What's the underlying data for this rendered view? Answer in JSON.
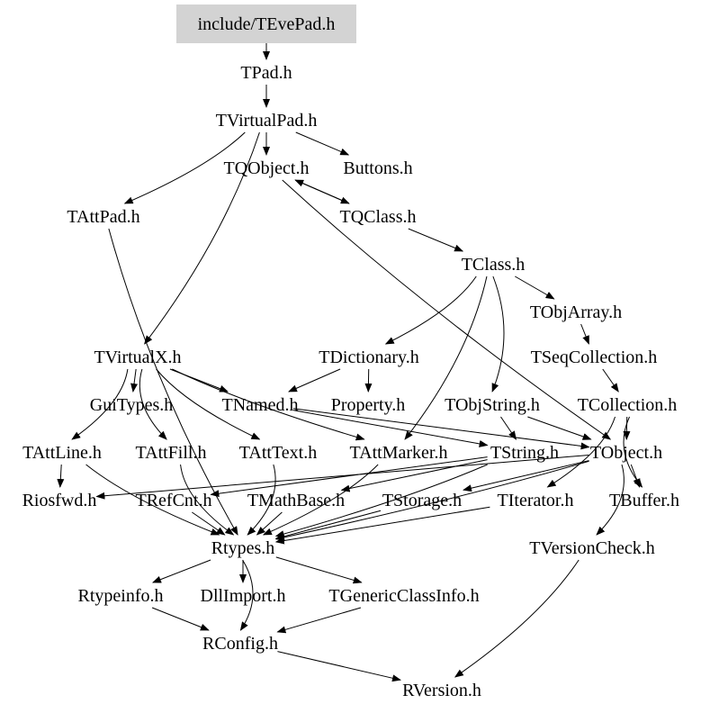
{
  "graph": {
    "title": "include/TEvePad.h",
    "root_fill": "#d3d3d3",
    "nodes": [
      {
        "id": "TEvePad",
        "label": "include/TEvePad.h",
        "root": true
      },
      {
        "id": "TPad",
        "label": "TPad.h"
      },
      {
        "id": "TVirtualPad",
        "label": "TVirtualPad.h"
      },
      {
        "id": "TQObject",
        "label": "TQObject.h"
      },
      {
        "id": "Buttons",
        "label": "Buttons.h"
      },
      {
        "id": "TAttPad",
        "label": "TAttPad.h"
      },
      {
        "id": "TQClass",
        "label": "TQClass.h"
      },
      {
        "id": "TClass",
        "label": "TClass.h"
      },
      {
        "id": "TObjArray",
        "label": "TObjArray.h"
      },
      {
        "id": "TVirtualX",
        "label": "TVirtualX.h"
      },
      {
        "id": "TDictionary",
        "label": "TDictionary.h"
      },
      {
        "id": "TSeqCollection",
        "label": "TSeqCollection.h"
      },
      {
        "id": "GuiTypes",
        "label": "GuiTypes.h"
      },
      {
        "id": "TNamed",
        "label": "TNamed.h"
      },
      {
        "id": "Property",
        "label": "Property.h"
      },
      {
        "id": "TObjString",
        "label": "TObjString.h"
      },
      {
        "id": "TCollection",
        "label": "TCollection.h"
      },
      {
        "id": "TAttLine",
        "label": "TAttLine.h"
      },
      {
        "id": "TAttFill",
        "label": "TAttFill.h"
      },
      {
        "id": "TAttText",
        "label": "TAttText.h"
      },
      {
        "id": "TAttMarker",
        "label": "TAttMarker.h"
      },
      {
        "id": "TString",
        "label": "TString.h"
      },
      {
        "id": "TObject",
        "label": "TObject.h"
      },
      {
        "id": "Riosfwd",
        "label": "Riosfwd.h"
      },
      {
        "id": "TRefCnt",
        "label": "TRefCnt.h"
      },
      {
        "id": "TMathBase",
        "label": "TMathBase.h"
      },
      {
        "id": "TStorage",
        "label": "TStorage.h"
      },
      {
        "id": "TIterator",
        "label": "TIterator.h"
      },
      {
        "id": "TBuffer",
        "label": "TBuffer.h"
      },
      {
        "id": "TVersionCheck",
        "label": "TVersionCheck.h"
      },
      {
        "id": "Rtypes",
        "label": "Rtypes.h"
      },
      {
        "id": "Rtypeinfo",
        "label": "Rtypeinfo.h"
      },
      {
        "id": "DllImport",
        "label": "DllImport.h"
      },
      {
        "id": "TGenericClassInfo",
        "label": "TGenericClassInfo.h"
      },
      {
        "id": "RConfig",
        "label": "RConfig.h"
      },
      {
        "id": "RVersion",
        "label": "RVersion.h"
      }
    ],
    "edges": [
      [
        "TEvePad",
        "TPad"
      ],
      [
        "TPad",
        "TVirtualPad"
      ],
      [
        "TVirtualPad",
        "TQObject"
      ],
      [
        "TVirtualPad",
        "Buttons"
      ],
      [
        "TVirtualPad",
        "TAttPad"
      ],
      [
        "TVirtualPad",
        "TVirtualX"
      ],
      [
        "TQObject",
        "TQClass"
      ],
      [
        "TQObject",
        "TObject"
      ],
      [
        "TQClass",
        "TQObject"
      ],
      [
        "TQClass",
        "TClass"
      ],
      [
        "TClass",
        "TObjArray"
      ],
      [
        "TClass",
        "TDictionary"
      ],
      [
        "TClass",
        "TObjString"
      ],
      [
        "TClass",
        "TAttMarker"
      ],
      [
        "TObjArray",
        "TSeqCollection"
      ],
      [
        "TSeqCollection",
        "TCollection"
      ],
      [
        "TDictionary",
        "TNamed"
      ],
      [
        "TDictionary",
        "Property"
      ],
      [
        "TVirtualX",
        "GuiTypes"
      ],
      [
        "TVirtualX",
        "TNamed"
      ],
      [
        "TVirtualX",
        "TAttLine"
      ],
      [
        "TVirtualX",
        "TAttFill"
      ],
      [
        "TVirtualX",
        "TAttText"
      ],
      [
        "TVirtualX",
        "TAttMarker"
      ],
      [
        "TNamed",
        "TObject"
      ],
      [
        "TNamed",
        "TString"
      ],
      [
        "TObjString",
        "TObject"
      ],
      [
        "TObjString",
        "TString"
      ],
      [
        "TCollection",
        "TObject"
      ],
      [
        "TCollection",
        "TIterator"
      ],
      [
        "TCollection",
        "TBuffer"
      ],
      [
        "TAttLine",
        "Riosfwd"
      ],
      [
        "TAttLine",
        "Rtypes"
      ],
      [
        "TAttFill",
        "Rtypes"
      ],
      [
        "TAttText",
        "Rtypes"
      ],
      [
        "TAttMarker",
        "Rtypes"
      ],
      [
        "TString",
        "TRefCnt"
      ],
      [
        "TString",
        "TMathBase"
      ],
      [
        "TString",
        "Rtypes"
      ],
      [
        "TObject",
        "TStorage"
      ],
      [
        "TObject",
        "TVersionCheck"
      ],
      [
        "TObject",
        "TBuffer"
      ],
      [
        "TObject",
        "Riosfwd"
      ],
      [
        "TObject",
        "Rtypes"
      ],
      [
        "TAttPad",
        "Rtypes"
      ],
      [
        "TRefCnt",
        "Rtypes"
      ],
      [
        "TMathBase",
        "Rtypes"
      ],
      [
        "TStorage",
        "Rtypes"
      ],
      [
        "TIterator",
        "Rtypes"
      ],
      [
        "TVersionCheck",
        "RVersion"
      ],
      [
        "Rtypes",
        "Rtypeinfo"
      ],
      [
        "Rtypes",
        "DllImport"
      ],
      [
        "Rtypes",
        "TGenericClassInfo"
      ],
      [
        "Rtypes",
        "RConfig"
      ],
      [
        "Rtypeinfo",
        "RConfig"
      ],
      [
        "TGenericClassInfo",
        "RConfig"
      ],
      [
        "RConfig",
        "RVersion"
      ]
    ]
  }
}
